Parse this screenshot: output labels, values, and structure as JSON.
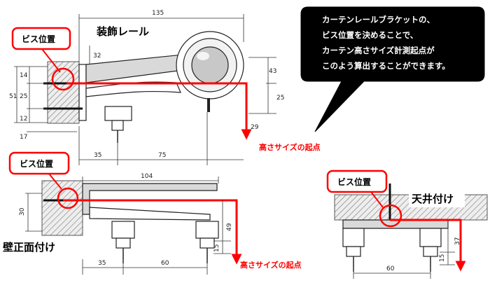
{
  "colors": {
    "accent_red": "#ff0000",
    "callout_bg": "#000000",
    "badge_bg": "#ffffff"
  },
  "callout": {
    "lines": [
      "カーテンレールブラケットの、",
      "ビス位置を決めることで、",
      "カーテン高さサイズ計測起点が",
      "このよう算出することができます。"
    ]
  },
  "screw_label": "ビス位置",
  "height_origin_label": "高さサイズの起点",
  "top": {
    "heading": "装飾レール",
    "dims": {
      "d135": "135",
      "d32": "32",
      "d14": "14",
      "d51": "51",
      "d25a": "25",
      "d12": "12",
      "d17": "17",
      "d43": "43",
      "d25b": "25",
      "d29": "29",
      "d35": "35",
      "d75": "75"
    }
  },
  "wall": {
    "heading": "壁正面付け",
    "dims": {
      "d104": "104",
      "d30": "30",
      "d49": "49",
      "d15": "15",
      "d35": "35",
      "d60": "60"
    }
  },
  "ceiling": {
    "heading": "天井付け",
    "dims": {
      "d37": "37",
      "d15": "15",
      "d60": "60"
    }
  }
}
